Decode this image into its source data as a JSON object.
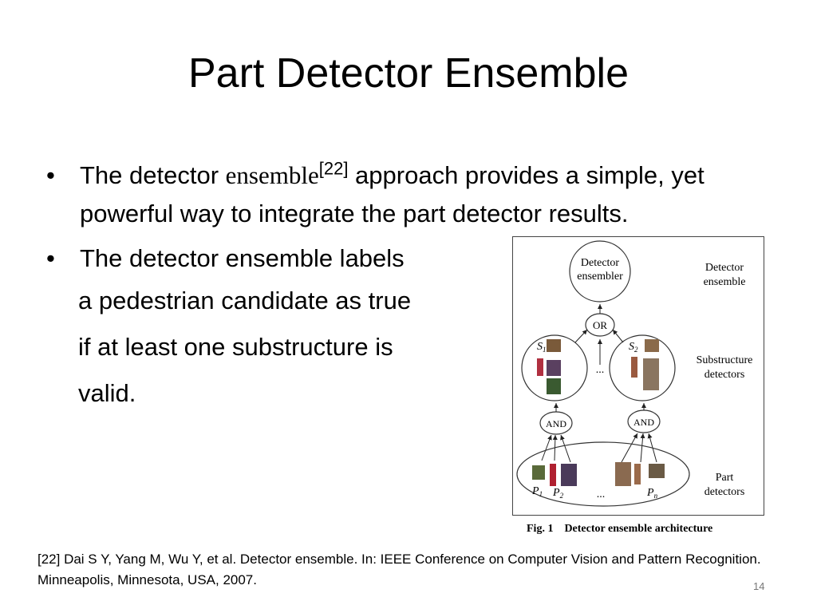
{
  "slide": {
    "title": "Part Detector Ensemble",
    "bullet1": {
      "text_before": "The detector ",
      "serif_word": "ensemble",
      "citation": "[22]",
      "text_after": " approach provides a simple, yet powerful way to integrate the part detector results."
    },
    "bullet2": {
      "line1": "The detector ensemble labels",
      "line2": "a pedestrian candidate as true",
      "line3": "if at least one substructure is",
      "line4": "valid."
    },
    "reference": "[22] Dai S Y, Yang M, Wu Y, et al. Detector ensemble. In: IEEE Conference on Computer Vision and Pattern Recognition. Minneapolis, Minnesota, USA, 2007.",
    "page_number": "14"
  },
  "figure": {
    "caption": "Fig. 1    Detector ensemble architecture",
    "ensembler_line1": "Detector",
    "ensembler_line2": "ensembler",
    "or_label": "OR",
    "s1_label": "S",
    "s1_sub": "1",
    "s2_label": "S",
    "s2_sub": "2",
    "dots_mid": "...",
    "and_label": "AND",
    "p1": "P",
    "p1_sub": "1",
    "p2": "P",
    "p2_sub": "2",
    "pn": "P",
    "pn_sub": "n",
    "dots_bottom": "...",
    "side_ensemble_1": "Detector",
    "side_ensemble_2": "ensemble",
    "side_sub_1": "Substructure",
    "side_sub_2": "detectors",
    "side_part_1": "Part",
    "side_part_2": "detectors"
  }
}
